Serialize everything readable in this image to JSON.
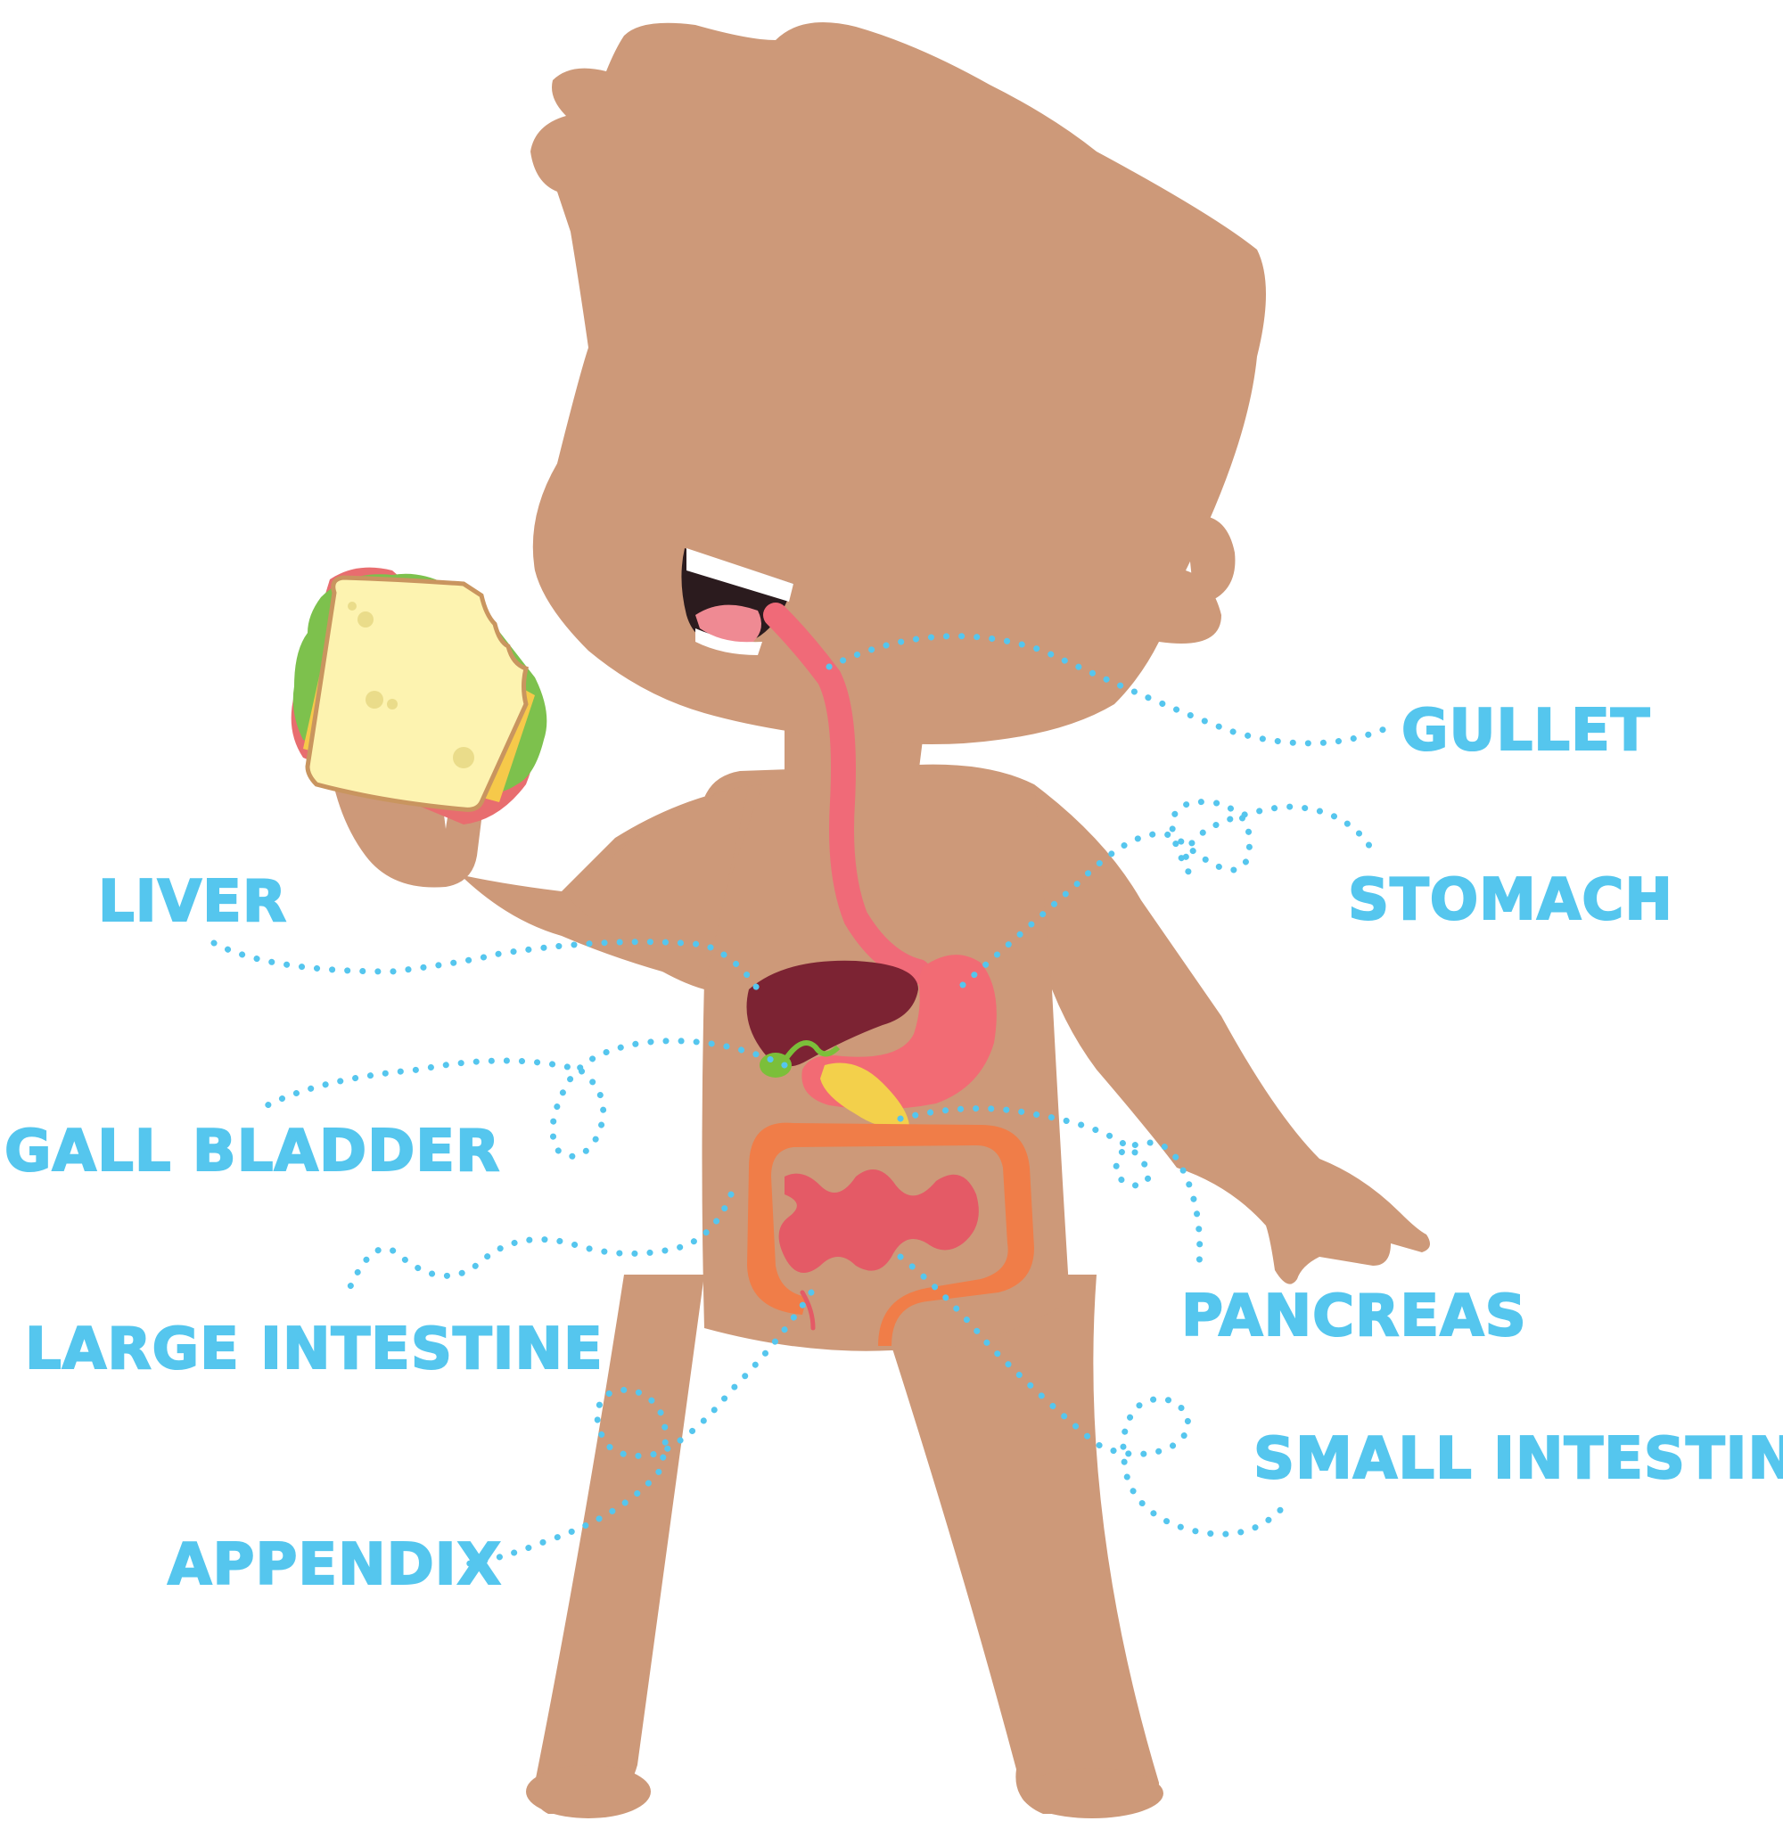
{
  "colors": {
    "label": "#55c6ee",
    "skin": "#cd9979",
    "gullet": "#f06a78",
    "stomach": "#f26b74",
    "liver": "#7c2333",
    "gall_bladder": "#7bbf3a",
    "pancreas": "#f3d04b",
    "large_intestine": "#f07d48",
    "small_intestine": "#e45a66",
    "bread": "#fdf3b0",
    "crust": "#c9955f",
    "lettuce": "#7dc14d"
  },
  "labels": {
    "gullet": "GULLET",
    "stomach": "STOMACH",
    "liver": "LIVER",
    "gall_bladder": "GALL BLADDER",
    "pancreas": "PANCREAS",
    "large_intestine": "LARGE INTESTINE",
    "small_intestine": "SMALL INTESTINE",
    "appendix": "APPENDIX"
  }
}
